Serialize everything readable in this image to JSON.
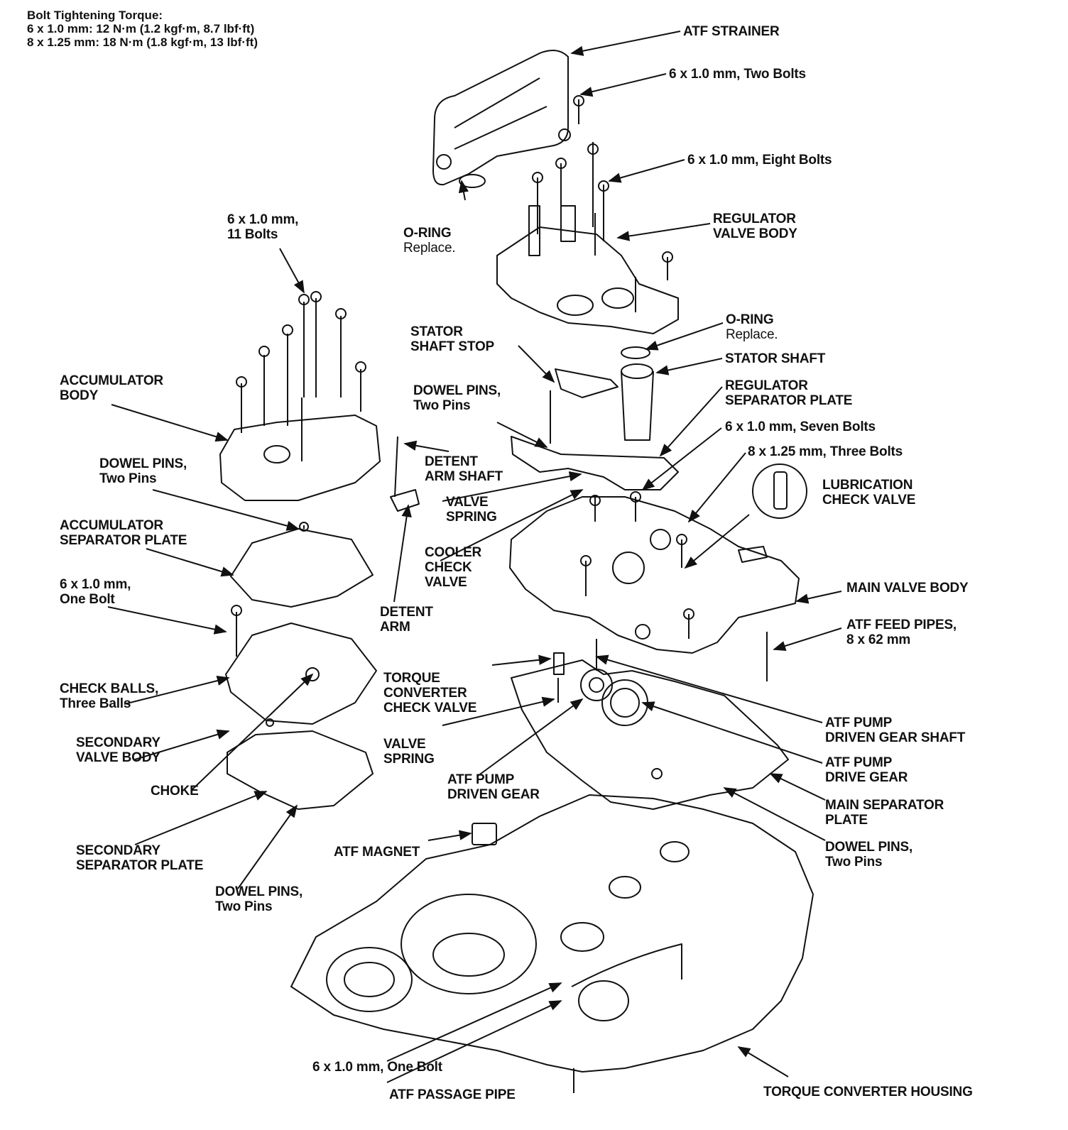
{
  "colors": {
    "ink": "#111111",
    "paper": "#ffffff"
  },
  "torque_spec": {
    "title": "Bolt Tightening Torque:",
    "lines": [
      "6 x 1.0 mm: 12 N·m (1.2 kgf·m, 8.7 lbf·ft)",
      "8 x 1.25 mm: 18 N·m (1.8 kgf·m, 13 lbf·ft)"
    ]
  },
  "labels": {
    "atf_strainer": "ATF STRAINER",
    "bolts_two": "6 x 1.0 mm, Two Bolts",
    "bolts_eight": "6 x 1.0 mm, Eight Bolts",
    "bolts_eleven": {
      "line1": "6 x 1.0 mm,",
      "line2": "11 Bolts"
    },
    "oring_top": {
      "line1": "O-RING",
      "line2": "Replace."
    },
    "regulator_valve_body": {
      "line1": "REGULATOR",
      "line2": "VALVE BODY"
    },
    "oring_mid": {
      "line1": "O-RING",
      "line2": "Replace."
    },
    "stator_shaft_stop": {
      "line1": "STATOR",
      "line2": "SHAFT STOP"
    },
    "stator_shaft": "STATOR SHAFT",
    "regulator_separator_plate": {
      "line1": "REGULATOR",
      "line2": "SEPARATOR PLATE"
    },
    "accumulator_body": {
      "line1": "ACCUMULATOR",
      "line2": "BODY"
    },
    "dowel_pins_center": {
      "line1": "DOWEL PINS,",
      "line2": "Two Pins"
    },
    "bolts_seven": "6 x 1.0 mm, Seven Bolts",
    "bolts_three": "8 x 1.25 mm, Three Bolts",
    "dowel_pins_left": {
      "line1": "DOWEL PINS,",
      "line2": "Two Pins"
    },
    "detent_arm_shaft": {
      "line1": "DETENT",
      "line2": "ARM SHAFT"
    },
    "lubrication_check_valve": {
      "line1": "LUBRICATION",
      "line2": "CHECK VALVE"
    },
    "valve_spring_top": {
      "line1": "VALVE",
      "line2": "SPRING"
    },
    "accumulator_separator_plate": {
      "line1": "ACCUMULATOR",
      "line2": "SEPARATOR PLATE"
    },
    "cooler_check_valve": {
      "line1": "COOLER",
      "line2": "CHECK",
      "line3": "VALVE"
    },
    "bolt_one_left": {
      "line1": "6 x 1.0 mm,",
      "line2": "One Bolt"
    },
    "main_valve_body": "MAIN VALVE BODY",
    "detent_arm": {
      "line1": "DETENT",
      "line2": "ARM"
    },
    "atf_feed_pipes": {
      "line1": "ATF FEED PIPES,",
      "line2": "8 x 62 mm"
    },
    "check_balls": {
      "line1": "CHECK BALLS,",
      "line2": "Three Balls"
    },
    "torque_converter_check_valve": {
      "line1": "TORQUE",
      "line2": "CONVERTER",
      "line3": "CHECK VALVE"
    },
    "atf_pump_driven_gear_shaft": {
      "line1": "ATF PUMP",
      "line2": "DRIVEN GEAR SHAFT"
    },
    "secondary_valve_body": {
      "line1": "SECONDARY",
      "line2": "VALVE BODY"
    },
    "valve_spring_bottom": {
      "line1": "VALVE",
      "line2": "SPRING"
    },
    "atf_pump_drive_gear": {
      "line1": "ATF PUMP",
      "line2": "DRIVE GEAR"
    },
    "choke": "CHOKE",
    "atf_pump_driven_gear": {
      "line1": "ATF PUMP",
      "line2": "DRIVEN GEAR"
    },
    "main_separator_plate": {
      "line1": "MAIN SEPARATOR",
      "line2": "PLATE"
    },
    "secondary_separator_plate": {
      "line1": "SECONDARY",
      "line2": "SEPARATOR PLATE"
    },
    "atf_magnet": "ATF MAGNET",
    "dowel_pins_right": {
      "line1": "DOWEL PINS,",
      "line2": "Two Pins"
    },
    "dowel_pins_bottom": {
      "line1": "DOWEL PINS,",
      "line2": "Two Pins"
    },
    "bolt_one_bottom": "6 x 1.0 mm, One Bolt",
    "atf_passage_pipe": "ATF PASSAGE PIPE",
    "torque_converter_housing": "TORQUE CONVERTER HOUSING"
  }
}
